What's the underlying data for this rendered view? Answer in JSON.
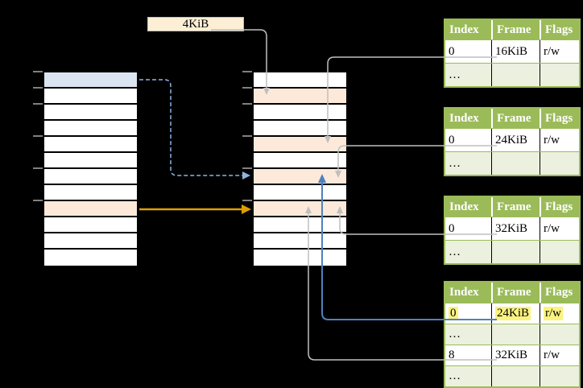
{
  "colors": {
    "connector_gray": "#BFBFBF",
    "connector_blue": "#4F81BD",
    "connector_blue_dashed": "#8DB3E2",
    "connector_orange": "#DD9F00",
    "row_blue": "#DBE5F1",
    "row_orange": "#FDE9D9",
    "table_header_green": "#9BBB59",
    "table_row_green": "#EBF1DE",
    "highlight_yellow": "#FAF380",
    "label_cream": "#FCEFD5",
    "tick_gray": "#808080"
  },
  "page_size_label": {
    "text": "4KiB"
  },
  "memory_columns": {
    "virtual": {
      "rows": 12,
      "blue_rows": [
        0
      ],
      "orange_rows": [
        8
      ]
    },
    "physical": {
      "rows": 12,
      "orange_rows": [
        1,
        4,
        6,
        8
      ]
    }
  },
  "tables": [
    {
      "id": "page-table-16kib",
      "headers": [
        "Index",
        "Frame",
        "Flags"
      ],
      "rows": [
        {
          "cells": [
            "0",
            "16KiB",
            "r/w"
          ]
        },
        {
          "cells": [
            "…",
            "",
            ""
          ]
        }
      ]
    },
    {
      "id": "page-table-24kib",
      "headers": [
        "Index",
        "Frame",
        "Flags"
      ],
      "rows": [
        {
          "cells": [
            "0",
            "24KiB",
            "r/w"
          ]
        },
        {
          "cells": [
            "…",
            "",
            ""
          ]
        }
      ]
    },
    {
      "id": "page-table-32kib",
      "headers": [
        "Index",
        "Frame",
        "Flags"
      ],
      "rows": [
        {
          "cells": [
            "0",
            "32KiB",
            "r/w"
          ]
        },
        {
          "cells": [
            "…",
            "",
            ""
          ]
        }
      ]
    },
    {
      "id": "page-table-level2",
      "headers": [
        "Index",
        "Frame",
        "Flags"
      ],
      "rows": [
        {
          "cells": [
            "0",
            "24KiB",
            "r/w"
          ],
          "highlight": true
        },
        {
          "cells": [
            "…",
            "",
            ""
          ]
        },
        {
          "cells": [
            "8",
            "32KiB",
            "r/w"
          ]
        },
        {
          "cells": [
            "…",
            "",
            ""
          ]
        }
      ]
    }
  ]
}
